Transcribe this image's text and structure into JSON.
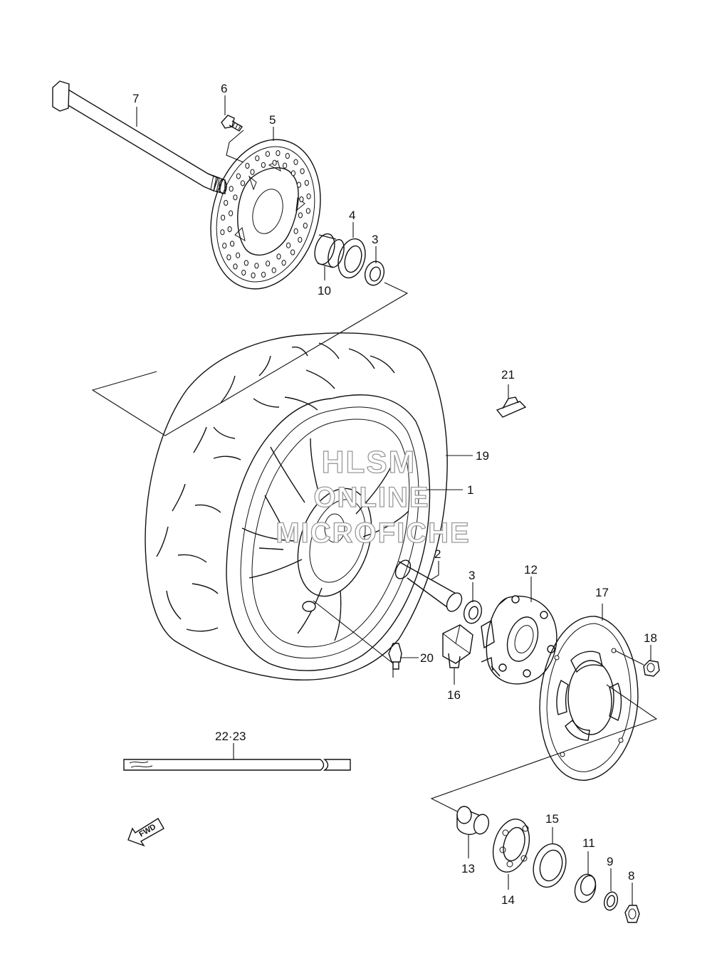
{
  "watermark": {
    "line1": "HLSM",
    "line2": "ONLINE",
    "line3": "MICROFICHE"
  },
  "direction_label": "FWD",
  "callouts": {
    "c1": "1",
    "c2": "2",
    "c3a": "3",
    "c3b": "3",
    "c4": "4",
    "c5": "5",
    "c6": "6",
    "c7": "7",
    "c8": "8",
    "c9": "9",
    "c10": "10",
    "c11": "11",
    "c12": "12",
    "c13": "13",
    "c14": "14",
    "c15": "15",
    "c16": "16",
    "c17": "17",
    "c18": "18",
    "c19": "19",
    "c20": "20",
    "c21": "21",
    "c2223": "22·23"
  }
}
